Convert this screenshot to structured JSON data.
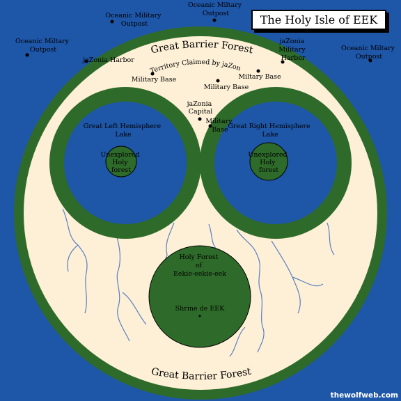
{
  "map": {
    "title": "The Holy Isle of EEK",
    "watermark": "thewolfweb.com",
    "barrier_top_label": "Great Barrier Forest",
    "barrier_bottom_label": "Great Barrier Forest",
    "territory_label": "Territory Claimed by jaZon",
    "outposts": [
      {
        "line1": "Oceanic Military",
        "line2": "Outpost"
      },
      {
        "line1": "Oceanic Miltary",
        "line2": "Outpost"
      },
      {
        "line1": "Oceanic Miltary",
        "line2": "Outpost"
      },
      {
        "line1": "Oceanic Miltary",
        "line2": "Outpost"
      }
    ],
    "harbors": [
      {
        "line1": "jaZonia Harbor"
      },
      {
        "line1": "jaZonia",
        "line2": "Military",
        "line3": "Harbor"
      }
    ],
    "bases": [
      {
        "label": "Military Base"
      },
      {
        "label": "Miltary Base"
      },
      {
        "label": "Military Base"
      },
      {
        "line1": "Military",
        "line2": "Base"
      }
    ],
    "capital": {
      "line1": "jaZonia",
      "line2": "Capital"
    },
    "left_lake": {
      "line1": "Great Left Hemisphere",
      "line2": "Lake"
    },
    "right_lake": {
      "line1": "Great Right Hemisphere",
      "line2": "Lake"
    },
    "left_forest": {
      "line1": "Unexplored",
      "line2": "Holy",
      "line3": "forest"
    },
    "right_forest": {
      "line1": "Unexplored",
      "line2": "Holy",
      "line3": "forest"
    },
    "holy_forest": {
      "line1": "Holy Forest",
      "line2": "of",
      "line3": "Eekie-eekie-eek"
    },
    "shrine": {
      "label": "Shrine de EEK"
    },
    "colors": {
      "ocean": "#1e56a8",
      "forest": "#2e6b2a",
      "land": "#fdf0d6",
      "river": "#5a7fc4"
    }
  }
}
